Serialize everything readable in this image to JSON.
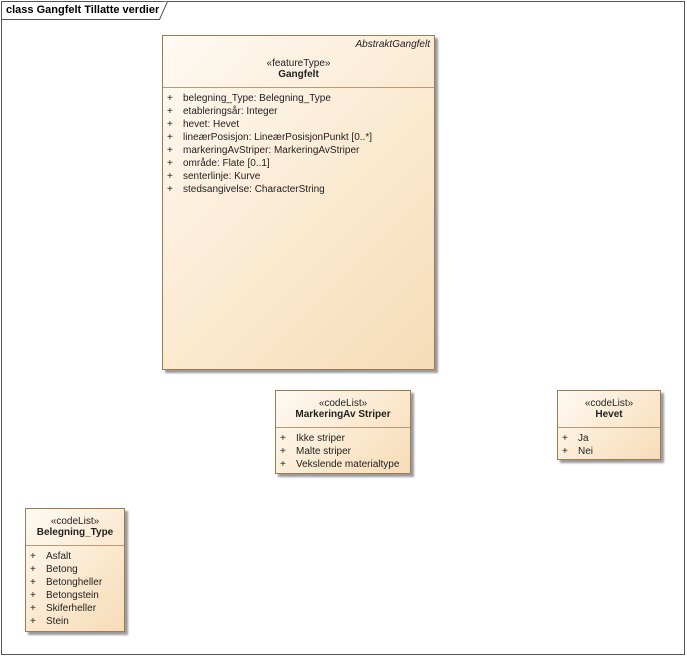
{
  "diagram": {
    "frame_title": "class Gangfelt Tillatte verdier"
  },
  "classes": {
    "gangfelt": {
      "tag": "AbstraktGangfelt",
      "stereotype": "«featureType»",
      "name": "Gangfelt",
      "attributes": [
        {
          "vis": "+",
          "text": "belegning_Type: Belegning_Type"
        },
        {
          "vis": "+",
          "text": "etableringsår: Integer"
        },
        {
          "vis": "+",
          "text": "hevet: Hevet"
        },
        {
          "vis": "+",
          "text": "lineærPosisjon: LineærPosisjonPunkt [0..*]"
        },
        {
          "vis": "+",
          "text": "markeringAvStriper: MarkeringAvStriper"
        },
        {
          "vis": "+",
          "text": "område: Flate [0..1]"
        },
        {
          "vis": "+",
          "text": "senterlinje: Kurve"
        },
        {
          "vis": "+",
          "text": "stedsangivelse: CharacterString"
        }
      ]
    },
    "markeringAvStriper": {
      "stereotype": "«codeList»",
      "name": "MarkeringAv Striper",
      "attributes": [
        {
          "vis": "+",
          "text": "Ikke striper"
        },
        {
          "vis": "+",
          "text": "Malte striper"
        },
        {
          "vis": "+",
          "text": "Vekslende materialtype"
        }
      ]
    },
    "hevet": {
      "stereotype": "«codeList»",
      "name": "Hevet",
      "attributes": [
        {
          "vis": "+",
          "text": "Ja"
        },
        {
          "vis": "+",
          "text": "Nei"
        }
      ]
    },
    "belegningType": {
      "stereotype": "«codeList»",
      "name": "Belegning_Type",
      "attributes": [
        {
          "vis": "+",
          "text": "Asfalt"
        },
        {
          "vis": "+",
          "text": "Betong"
        },
        {
          "vis": "+",
          "text": "Betongheller"
        },
        {
          "vis": "+",
          "text": "Betongstein"
        },
        {
          "vis": "+",
          "text": "Skiferheller"
        },
        {
          "vis": "+",
          "text": "Stein"
        }
      ]
    }
  }
}
